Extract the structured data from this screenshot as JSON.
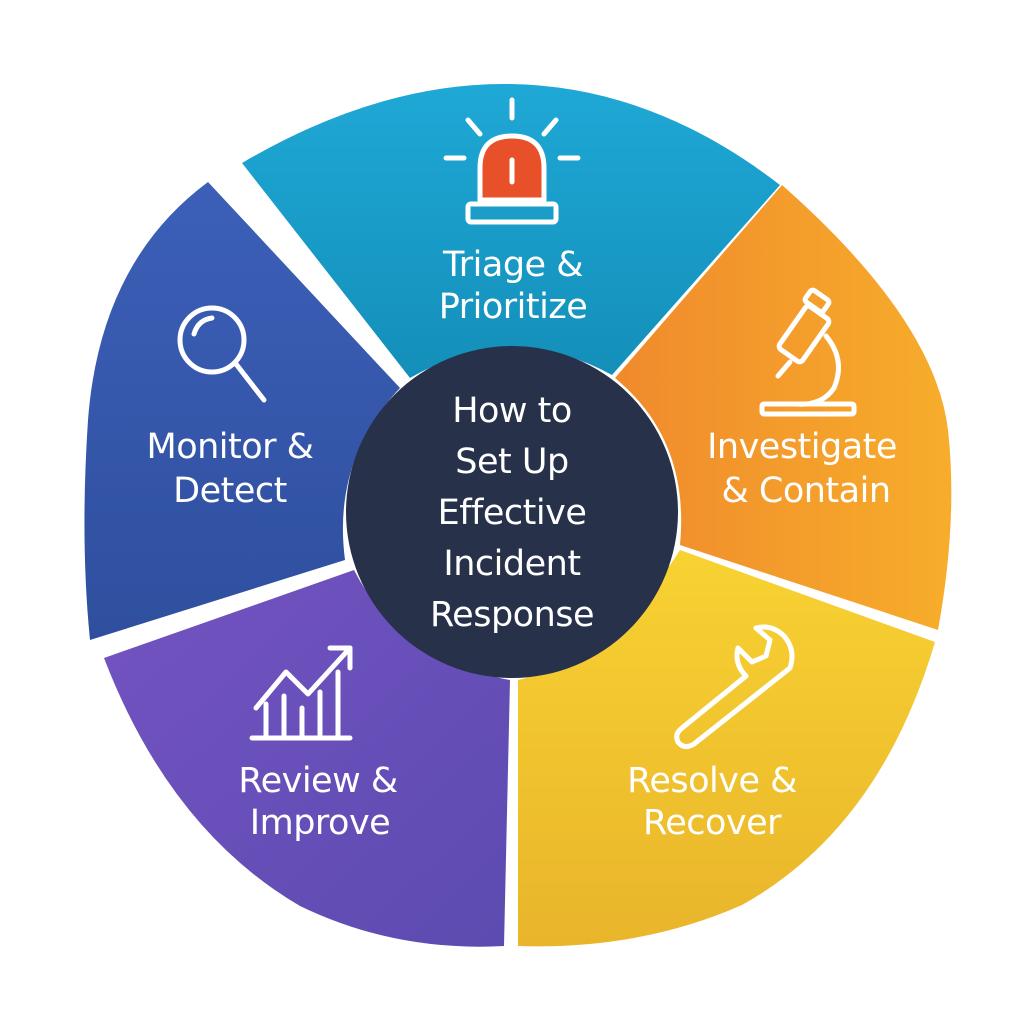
{
  "center": {
    "lines": [
      "How to",
      "Set Up",
      "Effective",
      "Incident",
      "Response"
    ],
    "color": "#27324a"
  },
  "segments": [
    {
      "id": "triage",
      "lines": [
        "Triage &",
        "Prioritize"
      ],
      "icon": "alarm-siren-icon",
      "color_start": "#1fa8d6",
      "color_end": "#138fb9"
    },
    {
      "id": "investigate",
      "lines": [
        "Investigate",
        "& Contain"
      ],
      "icon": "microscope-icon",
      "color_start": "#f08a2c",
      "color_end": "#f7ad2b"
    },
    {
      "id": "resolve",
      "lines": [
        "Resolve &",
        "Recover"
      ],
      "icon": "wrench-icon",
      "color_start": "#f8d232",
      "color_end": "#e9b52b"
    },
    {
      "id": "review",
      "lines": [
        "Review &",
        "Improve"
      ],
      "icon": "growth-chart-icon",
      "color_start": "#7453c2",
      "color_end": "#5c4bb0"
    },
    {
      "id": "monitor",
      "lines": [
        "Monitor &",
        "Detect"
      ],
      "icon": "magnifying-glass-icon",
      "color_start": "#3c5fb8",
      "color_end": "#2f4f9e"
    }
  ],
  "colors": {
    "background": "#ffffff",
    "siren": "#e8502a",
    "text": "#ffffff"
  }
}
